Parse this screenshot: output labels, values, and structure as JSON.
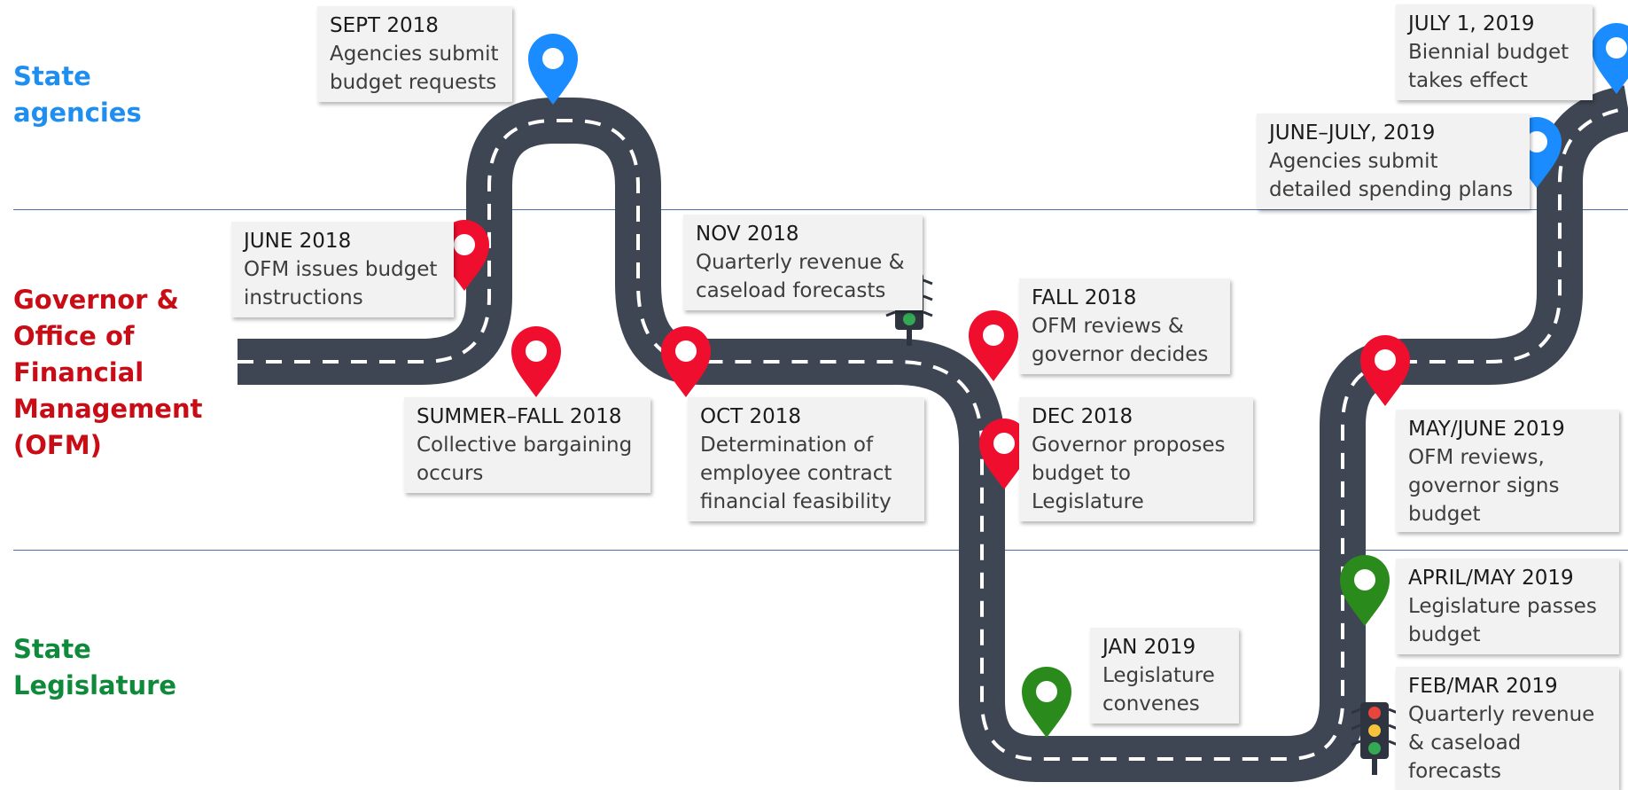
{
  "lanes": {
    "agencies": {
      "lines": [
        "State",
        "agencies"
      ],
      "color": "#1f8ef1"
    },
    "governor": {
      "lines": [
        "Governor &",
        "Office of",
        "Financial",
        "Management",
        "(OFM)"
      ],
      "color": "#c80d16"
    },
    "legislature": {
      "lines": [
        "State",
        "Legislature"
      ],
      "color": "#0f8a3a"
    }
  },
  "colors": {
    "road": "#3f4653",
    "stripe": "#ffffff",
    "pin_blue": "#1a8cff",
    "pin_red": "#ef0e2e",
    "pin_green": "#2a8a1c",
    "divider": "#4a6fa5"
  },
  "milestones": [
    {
      "id": "sept-2018",
      "date": "SEPT 2018",
      "text": "Agencies submit\nbudget requests",
      "pin": "blue"
    },
    {
      "id": "june-2018",
      "date": "JUNE 2018",
      "text": "OFM issues budget\ninstructions",
      "pin": "red"
    },
    {
      "id": "nov-2018",
      "date": "NOV 2018",
      "text": "Quarterly revenue &\ncaseload forecasts",
      "pin": "traffic-light"
    },
    {
      "id": "fall-2018",
      "date": "FALL 2018",
      "text": "OFM reviews &\ngovernor decides",
      "pin": "red"
    },
    {
      "id": "summer-fall-2018",
      "date": "SUMMER–FALL 2018",
      "text": "Collective bargaining\noccurs",
      "pin": "red"
    },
    {
      "id": "oct-2018",
      "date": "OCT 2018",
      "text": "Determination of\nemployee contract\nfinancial feasibility",
      "pin": "red"
    },
    {
      "id": "dec-2018",
      "date": "DEC 2018",
      "text": "Governor proposes\nbudget to\nLegislature",
      "pin": "red"
    },
    {
      "id": "jan-2019",
      "date": "JAN 2019",
      "text": "Legislature\nconvenes",
      "pin": "green"
    },
    {
      "id": "feb-mar-2019",
      "date": "FEB/MAR 2019",
      "text": "Quarterly revenue\n& caseload\nforecasts",
      "pin": "traffic-light"
    },
    {
      "id": "april-may-2019",
      "date": "APRIL/MAY 2019",
      "text": "Legislature passes\nbudget",
      "pin": "green"
    },
    {
      "id": "may-june-2019",
      "date": "MAY/JUNE 2019",
      "text": "OFM reviews,\ngovernor signs\nbudget",
      "pin": "red"
    },
    {
      "id": "june-july-2019",
      "date": "JUNE–JULY, 2019",
      "text": "Agencies submit\ndetailed spending plans",
      "pin": "blue"
    },
    {
      "id": "july-1-2019",
      "date": "JULY 1, 2019",
      "text": "Biennial budget\ntakes effect",
      "pin": "blue"
    }
  ]
}
